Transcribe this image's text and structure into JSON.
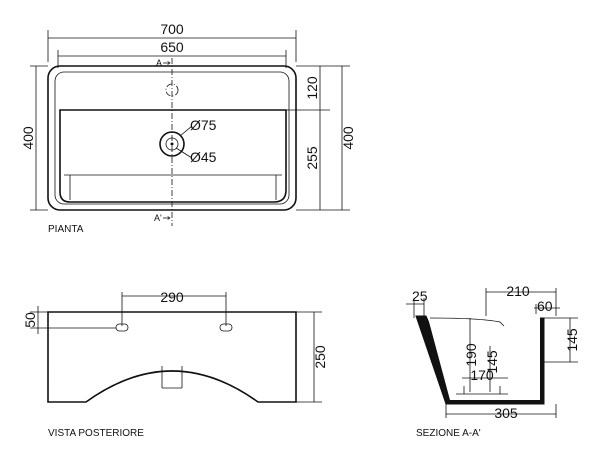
{
  "plan": {
    "caption": "PIANTA",
    "dim_width_outer": "700",
    "dim_width_inner": "650",
    "dim_height_left": "400",
    "dim_height_right": "400",
    "dim_back_depth": "120",
    "dim_basin_depth": "255",
    "dim_drain_outer": "Ø75",
    "dim_drain_inner": "Ø45",
    "section_marker_top": "A",
    "section_marker_bottom": "A'"
  },
  "rear": {
    "caption": "VISTA POSTERIORE",
    "dim_hole_spacing": "290",
    "dim_hole_height": "50",
    "dim_height": "250"
  },
  "section": {
    "caption": "SEZIONE A-A'",
    "dim_top_width": "210",
    "dim_rim": "25",
    "dim_back": "60",
    "dim_depth_outer": "145",
    "dim_basin_depth": "190",
    "dim_inner_depth": "145",
    "dim_bottom_inner": "170",
    "dim_base_width": "305"
  }
}
